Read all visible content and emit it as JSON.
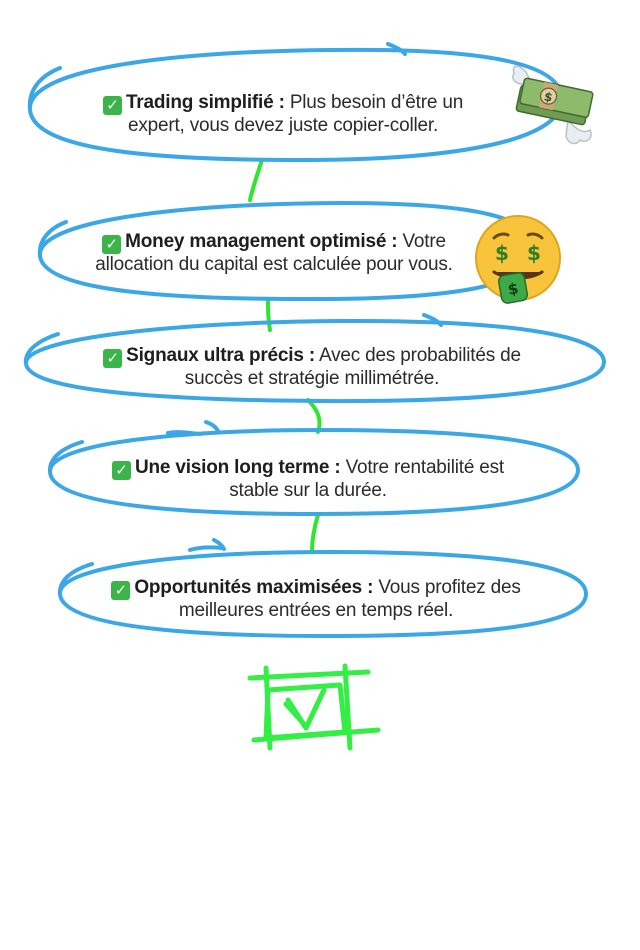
{
  "items": [
    {
      "title": "Trading simplifié :",
      "text": "Plus besoin d’être un expert, vous devez juste copier-coller."
    },
    {
      "title": "Money management optimisé :",
      "text": "Votre allocation du capital est calculée pour vous."
    },
    {
      "title": "Signaux ultra précis :",
      "text": "Avec des probabilités de succès et stratégie millimétrée."
    },
    {
      "title": "Une vision long terme :",
      "text": "Votre rentabilité est stable sur la durée."
    },
    {
      "title": "Opportunités maximisées :",
      "text": "Vous profitez des meilleures entrées en temps réel."
    }
  ],
  "icons": {
    "check": "check-mark-button-icon",
    "money": "money-with-wings-icon",
    "face": "money-mouth-face-icon",
    "final": "hand-drawn-checkbox-icon"
  },
  "colors": {
    "oval": "#3ba7e6",
    "connector": "#2ee62e",
    "check": "#3bb54a",
    "final_check": "#33ee44"
  }
}
